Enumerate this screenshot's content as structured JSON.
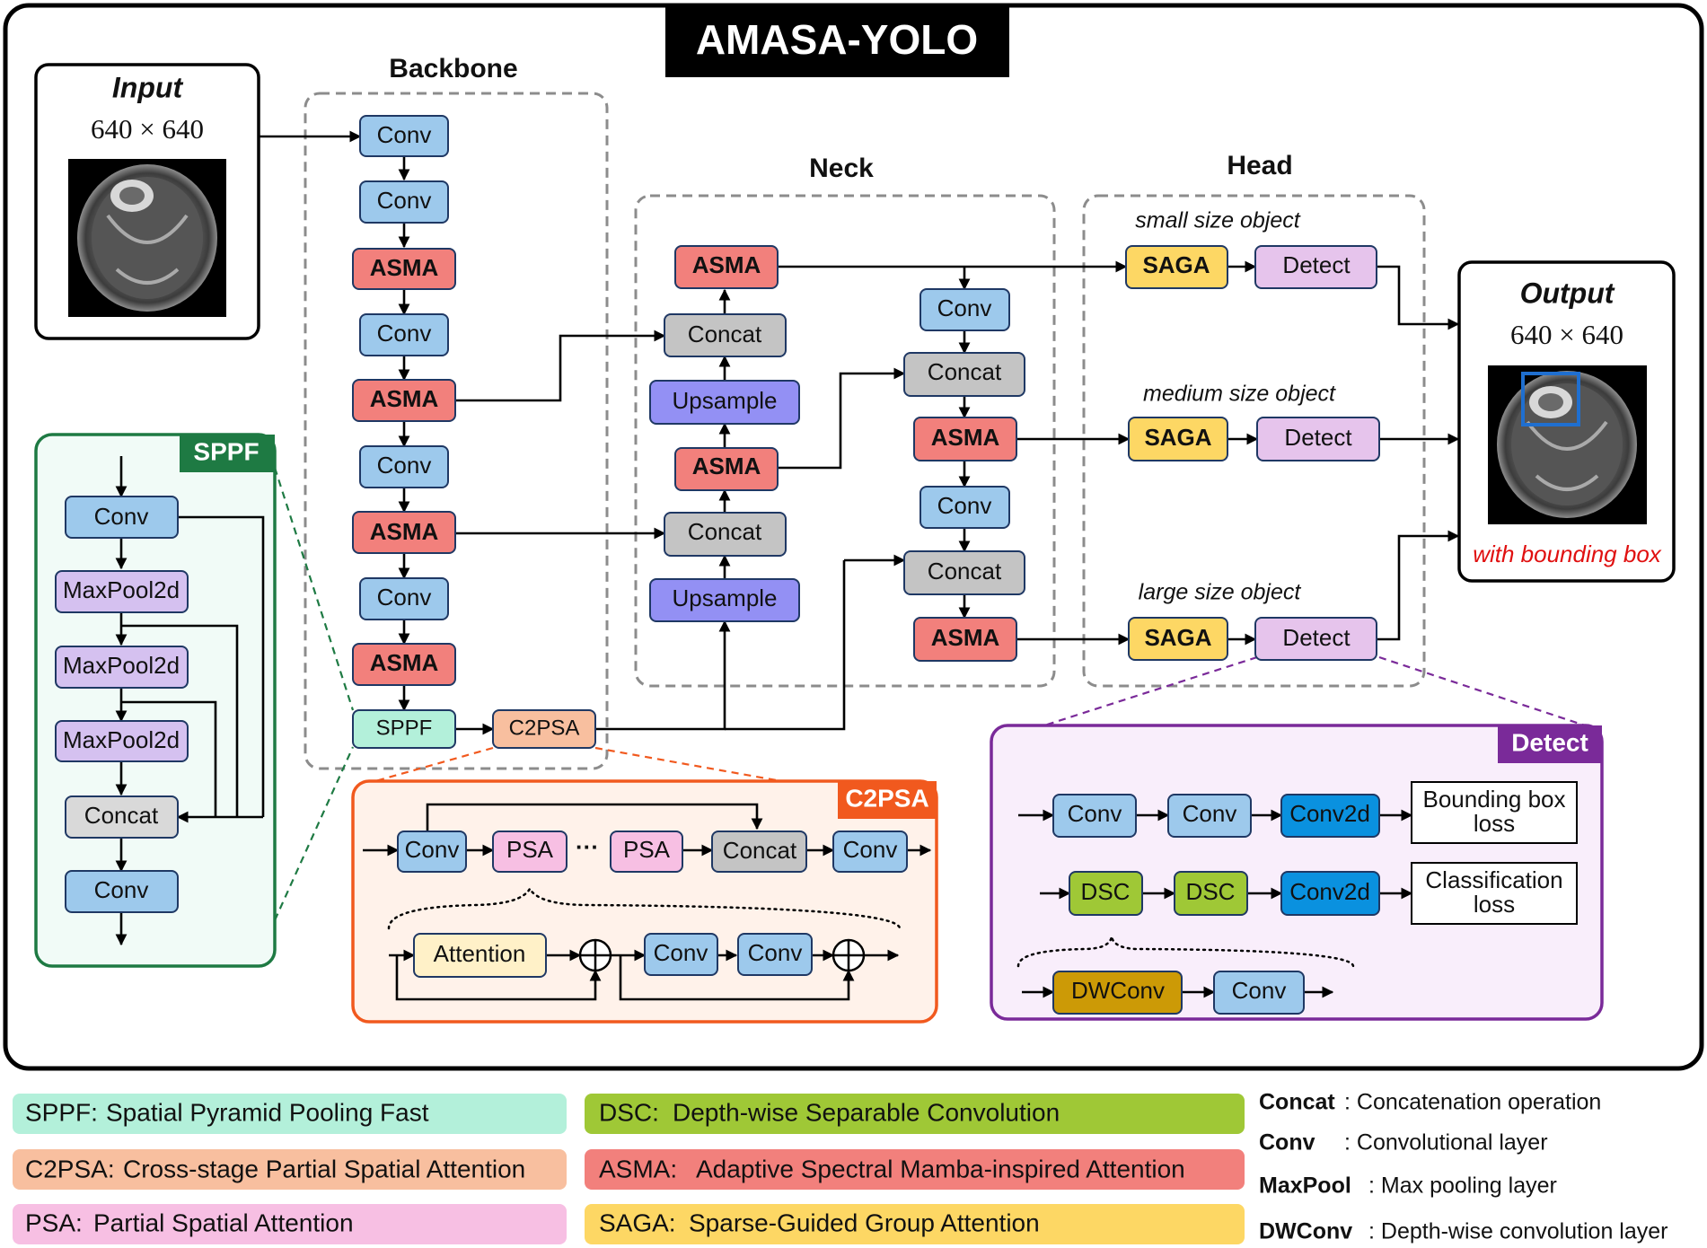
{
  "title": "AMASA-YOLO",
  "colors": {
    "conv": "#9dc9ec",
    "asma": "#f2807c",
    "concat": "#c4c4c4",
    "upsample": "#9390f4",
    "saga": "#fdd764",
    "detect": "#e6c4ec",
    "sppf": "#b3f0da",
    "c2psa": "#f8bf9f",
    "psa": "#f7bfe3",
    "attention": "#fff1c8",
    "dsc": "#9fc836",
    "conv2d": "#0a91df",
    "dwconv": "#cc9a06",
    "sppf_border": "#1e7a43",
    "c2psa_border": "#f1591e",
    "detect_border": "#7a2a99"
  },
  "input": {
    "title": "Input",
    "size": "640 × 640"
  },
  "output": {
    "title": "Output",
    "size": "640 × 640",
    "caption": "with bounding box"
  },
  "backbone": {
    "label": "Backbone",
    "blocks": [
      "Conv",
      "Conv",
      "ASMA",
      "Conv",
      "ASMA",
      "Conv",
      "ASMA",
      "Conv",
      "ASMA",
      "SPPF",
      "C2PSA"
    ]
  },
  "neck": {
    "label": "Neck",
    "left": [
      "ASMA",
      "Concat",
      "Upsample",
      "ASMA",
      "Concat",
      "Upsample"
    ],
    "right": [
      "Conv",
      "Concat",
      "ASMA",
      "Conv",
      "Concat",
      "ASMA"
    ]
  },
  "head": {
    "label": "Head",
    "rows": [
      {
        "caption": "small size object",
        "saga": "SAGA",
        "detect": "Detect"
      },
      {
        "caption": "medium size object",
        "saga": "SAGA",
        "detect": "Detect"
      },
      {
        "caption": "large size object",
        "saga": "SAGA",
        "detect": "Detect"
      }
    ]
  },
  "sppf": {
    "title": "SPPF",
    "blocks": [
      "Conv",
      "MaxPool2d",
      "MaxPool2d",
      "MaxPool2d",
      "Concat",
      "Conv"
    ]
  },
  "c2psa": {
    "title": "C2PSA",
    "top": [
      "Conv",
      "PSA",
      "PSA",
      "Concat",
      "Conv"
    ],
    "ellipsis": "···",
    "bottom": [
      "Attention",
      "Conv",
      "Conv"
    ]
  },
  "detect_panel": {
    "title": "Detect",
    "row1": [
      "Conv",
      "Conv",
      "Conv2d"
    ],
    "out1": [
      "Bounding box",
      "loss"
    ],
    "row2": [
      "DSC",
      "DSC",
      "Conv2d"
    ],
    "out2": [
      "Classification",
      "loss"
    ],
    "row3": [
      "DWConv",
      "Conv"
    ]
  },
  "legend": {
    "left": [
      {
        "abbr": "SPPF:",
        "text": "Spatial Pyramid Pooling Fast",
        "color": "#b3f0da"
      },
      {
        "abbr": "C2PSA:",
        "text": "Cross-stage Partial Spatial Attention",
        "color": "#f8bf9f"
      },
      {
        "abbr": "PSA:",
        "text": "Partial Spatial Attention",
        "color": "#f7bfe3"
      }
    ],
    "middle": [
      {
        "abbr": "DSC:",
        "text": "Depth-wise Separable Convolution",
        "color": "#9fc836"
      },
      {
        "abbr": "ASMA:",
        "text": "Adaptive Spectral Mamba-inspired Attention",
        "color": "#f2807c"
      },
      {
        "abbr": "SAGA:",
        "text": "Sparse-Guided Group Attention",
        "color": "#fdd764"
      }
    ],
    "right": [
      {
        "term": "Concat",
        "text": ": Concatenation operation"
      },
      {
        "term": "Conv",
        "text": ": Convolutional layer"
      },
      {
        "term": "MaxPool",
        "text": ": Max pooling layer"
      },
      {
        "term": "DWConv",
        "text": ": Depth-wise convolution layer"
      }
    ]
  }
}
